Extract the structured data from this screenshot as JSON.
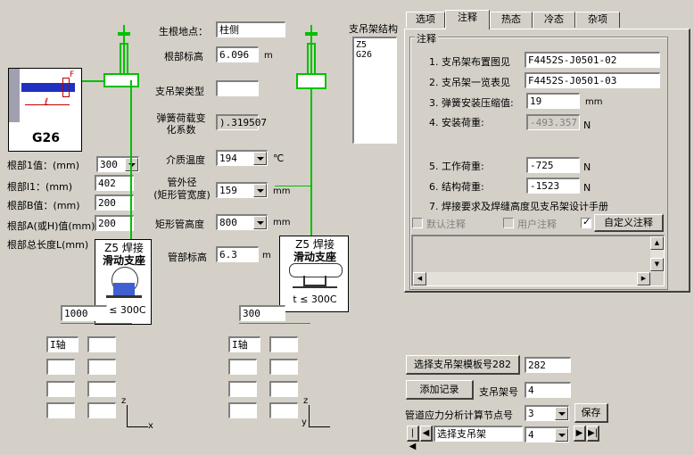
{
  "left": {
    "g26_label": "G26",
    "dim_labels": [
      "根部1值：(mm)",
      "根部l1：(mm)",
      "根部B值：(mm)",
      "根部A(或H)值(mm)",
      "根部总长度L(mm)"
    ],
    "root1_value": "300",
    "l1_value": "402",
    "b_value": "200",
    "a_value": "200",
    "left_bottom_value": "1000",
    "axis_label_left": "I轴",
    "left_z": "z",
    "left_x": "x"
  },
  "center": {
    "location_label": "生根地点：",
    "location_value": "柱侧",
    "root_elev_label": "根部标高",
    "root_elev_value": "6.096",
    "root_elev_unit": "m",
    "hanger_type_label": "支吊架类型",
    "hanger_type_value": "",
    "spring_coef_label": "弹簧荷载变化系数",
    "spring_coef_value": ").319507",
    "medium_temp_label": "介质温度",
    "medium_temp_value": "194",
    "medium_temp_unit": "℃",
    "pipe_od_label": "管外径\n(矩形管宽度)",
    "pipe_od_value": "159",
    "pipe_od_unit": "mm",
    "rect_height_label": "矩形管高度",
    "rect_height_value": "800",
    "rect_height_unit": "mm",
    "pipe_elev_label": "管部标高",
    "pipe_elev_value": "6.3",
    "pipe_elev_unit": "m",
    "card_left_title1": "Z5 焊接",
    "card_left_title2": "滑动支座",
    "card_left_temp": "t ≤ 300C",
    "card_right_title1": "Z5 焊接",
    "card_right_title2": "滑动支座",
    "card_right_temp": "t ≤ 300C",
    "right_bottom_value": "300",
    "axis_label_right": "I轴",
    "right_z": "z",
    "right_y": "y"
  },
  "structure": {
    "title": "支吊架结构",
    "items": [
      "Z5",
      "G26"
    ]
  },
  "tabs": [
    "选项",
    "注释",
    "热态",
    "冷态",
    "杂项"
  ],
  "notes": {
    "group_title": "注释",
    "line1_label": "1. 支吊架布置图见",
    "line1_value": "F4452S-J0501-02",
    "line2_label": "2. 支吊架一览表见",
    "line2_value": "F4452S-J0501-03",
    "line3_label": "3. 弹簧安装压缩值:",
    "line3_value": "19",
    "line3_unit": "mm",
    "line4_label": "4. 安装荷重:",
    "line4_value": "-493.357",
    "line4_unit": "N",
    "line5_label": "5. 工作荷重:",
    "line5_value": "-725",
    "line5_unit": "N",
    "line6_label": "6. 结构荷重:",
    "line6_value": "-1523",
    "line6_unit": "N",
    "line7_label": "7. 焊接要求及焊缝高度见支吊架设计手册",
    "default_note": "默认注释",
    "user_note": "用户注释",
    "custom_note": "自定义注释"
  },
  "bottom": {
    "select_template_label": "选择支吊架模板号282",
    "select_template_value": "282",
    "add_record_label": "添加记录",
    "hanger_no_label": "支吊架号",
    "hanger_no_value": "4",
    "node_label": "管道应力分析计算节点号",
    "node_value": "3",
    "save_label": "保存",
    "select_hanger_label": "选择支吊架",
    "select_hanger_value": "4"
  }
}
